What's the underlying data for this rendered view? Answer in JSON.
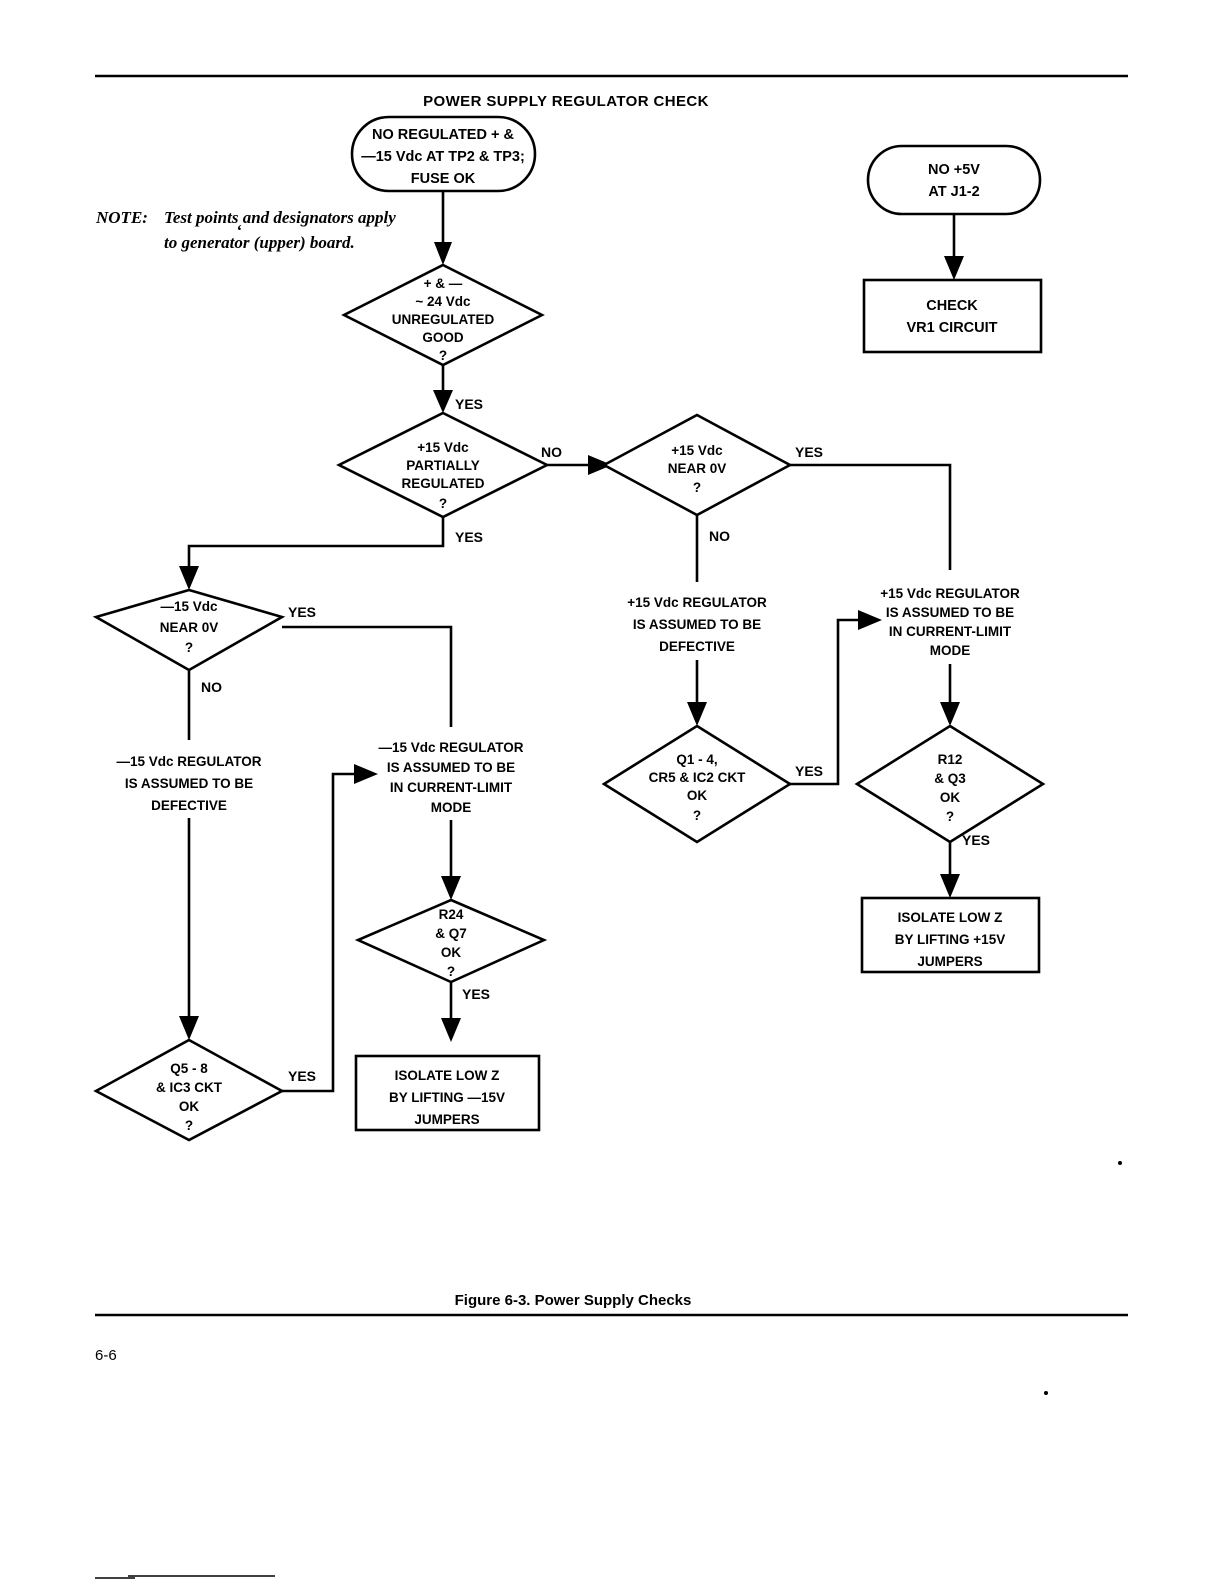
{
  "page": {
    "number": "6-6",
    "figure_caption": "Figure 6-3.  Power Supply Checks",
    "diagram_title": "POWER SUPPLY REGULATOR CHECK"
  },
  "note": {
    "label": "NOTE:",
    "line1": "Test points and designators apply",
    "line2": "to generator (upper) board."
  },
  "nodes": {
    "start_main": {
      "type": "terminator",
      "lines": [
        "NO REGULATED + &",
        "—15 Vdc AT TP2 & TP3;",
        "FUSE OK"
      ]
    },
    "start_5v": {
      "type": "terminator",
      "lines": [
        "NO +5V",
        "AT J1-2"
      ]
    },
    "check_vr1": {
      "type": "process",
      "lines": [
        "CHECK",
        "VR1 CIRCUIT"
      ]
    },
    "d_unreg": {
      "type": "decision",
      "lines": [
        "+ & —",
        "~ 24 Vdc",
        "UNREGULATED",
        "GOOD",
        "?"
      ]
    },
    "d_partial": {
      "type": "decision",
      "lines": [
        "+15 Vdc",
        "PARTIALLY",
        "REGULATED",
        "?"
      ]
    },
    "d_p15_near0": {
      "type": "decision",
      "lines": [
        "+15 Vdc",
        "NEAR 0V",
        "?"
      ]
    },
    "d_n15_near0": {
      "type": "decision",
      "lines": [
        "—15 Vdc",
        "NEAR 0V",
        "?"
      ]
    },
    "t_n15_defective": {
      "type": "text",
      "lines": [
        "—15 Vdc REGULATOR",
        "IS ASSUMED TO BE",
        "DEFECTIVE"
      ]
    },
    "t_n15_currentlimit": {
      "type": "text",
      "lines": [
        "—15 Vdc REGULATOR",
        "IS ASSUMED TO BE",
        "IN CURRENT-LIMIT",
        "MODE"
      ]
    },
    "t_p15_defective": {
      "type": "text",
      "lines": [
        "+15 Vdc REGULATOR",
        "IS ASSUMED TO BE",
        "DEFECTIVE"
      ]
    },
    "t_p15_currentlimit": {
      "type": "text",
      "lines": [
        "+15 Vdc REGULATOR",
        "IS ASSUMED TO BE",
        "IN CURRENT-LIMIT",
        "MODE"
      ]
    },
    "d_q1_4": {
      "type": "decision",
      "lines": [
        "Q1 - 4,",
        "CR5 & IC2 CKT",
        "OK",
        "?"
      ]
    },
    "d_r12_q3": {
      "type": "decision",
      "lines": [
        "R12",
        "& Q3",
        "OK",
        "?"
      ]
    },
    "d_r24_q7": {
      "type": "decision",
      "lines": [
        "R24",
        "& Q7",
        "OK",
        "?"
      ]
    },
    "d_q5_8": {
      "type": "decision",
      "lines": [
        "Q5 - 8",
        "& IC3 CKT",
        "OK",
        "?"
      ]
    },
    "p_isolate_p15": {
      "type": "process",
      "lines": [
        "ISOLATE LOW Z",
        "BY LIFTING +15V",
        "JUMPERS"
      ]
    },
    "p_isolate_n15": {
      "type": "process",
      "lines": [
        "ISOLATE LOW Z",
        "BY LIFTING —15V",
        "JUMPERS"
      ]
    }
  },
  "edge_labels": {
    "unreg_yes": "YES",
    "partial_no": "NO",
    "partial_yes": "YES",
    "p15near0_yes": "YES",
    "p15near0_no": "NO",
    "n15near0_yes": "YES",
    "n15near0_no": "NO",
    "q1_4_yes": "YES",
    "r12_q3_yes": "YES",
    "r24_q7_yes": "YES",
    "q5_8_yes": "YES"
  },
  "colors": {
    "ink": "#000000",
    "paper": "#ffffff"
  }
}
